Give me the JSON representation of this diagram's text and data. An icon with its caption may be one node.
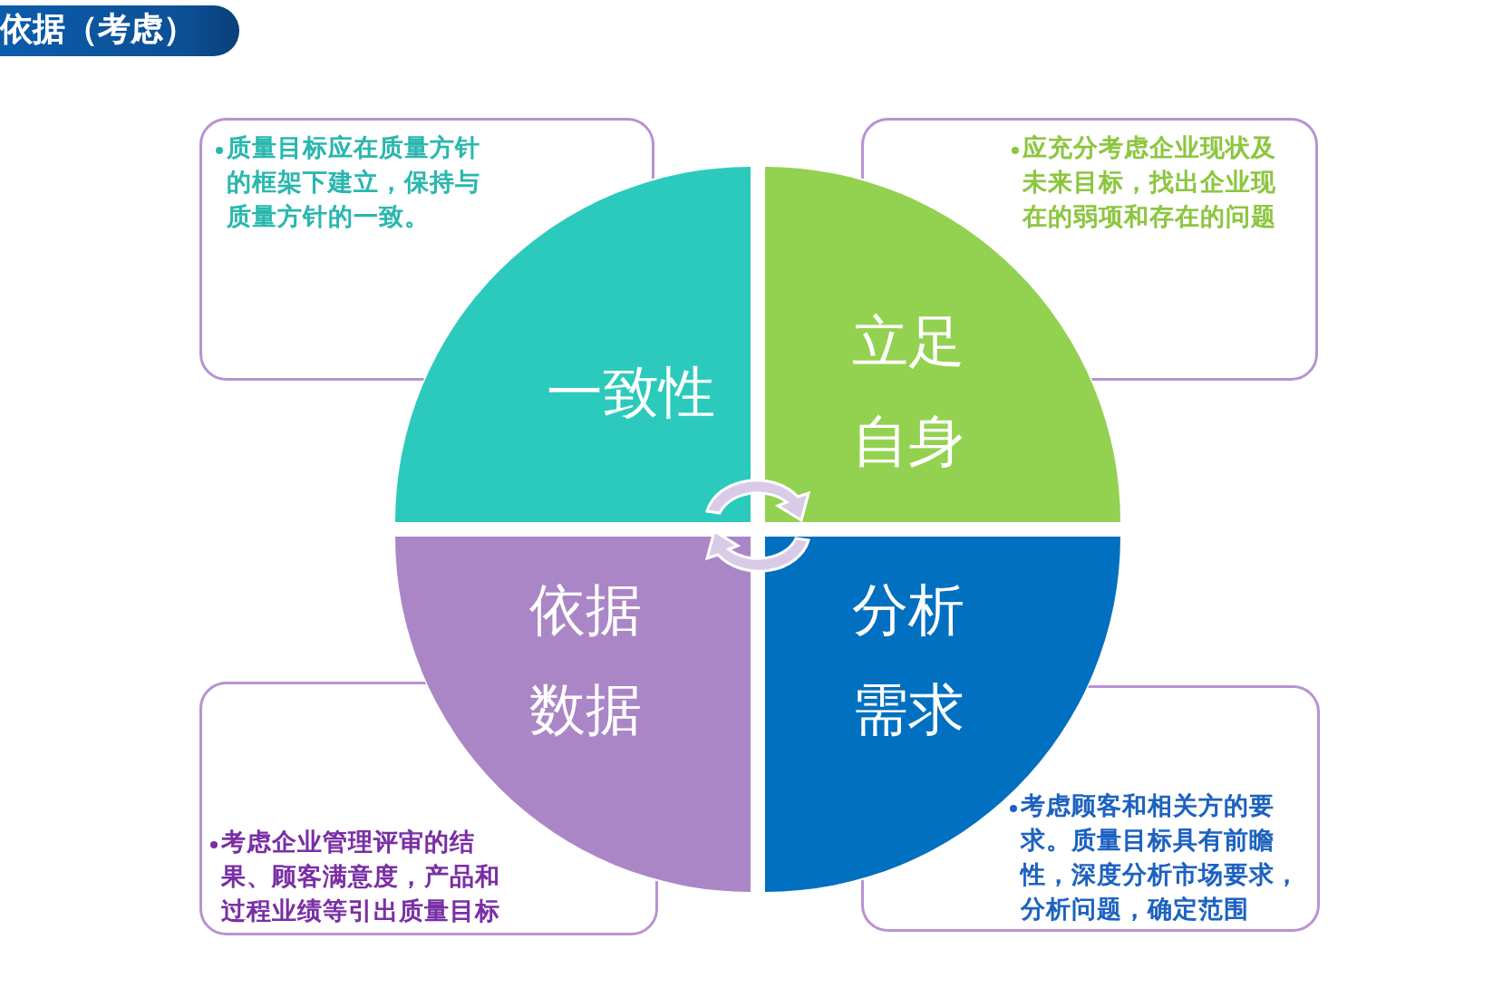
{
  "diagram": {
    "title": "依据（考虑）",
    "nodes": [
      {
        "text": [
          "质量目标应在质量方针的框架下建立，保持与质量方针的一致。"
        ]
      },
      {
        "text": [
          "应充分考虑企业现状及未来目标，找出企业现在的弱项和存在的问题"
        ]
      },
      {
        "text": [
          "一致性"
        ]
      },
      {
        "text": [
          "立足自身"
        ]
      },
      {
        "text": [
          "依据数据"
        ]
      },
      {
        "text": [
          "分析需求"
        ]
      },
      {
        "text": [
          "考虑企业管理评审的结果、顾客满意度，产品和过程业绩等引出质量目标"
        ]
      },
      {
        "text": [
          "考虑顾客和相关方的要求。质量目标具有前瞻性，深度分析市场要求，分析问题，确定范围"
        ]
      }
    ],
    "edges": []
  }
}
